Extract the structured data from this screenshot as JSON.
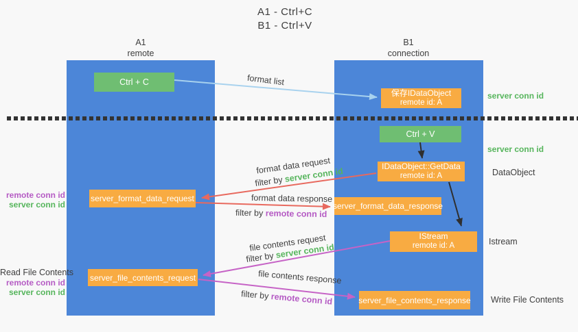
{
  "title": {
    "line1": "A1 - Ctrl+C",
    "line2": "B1 - Ctrl+V"
  },
  "lanes": {
    "left": {
      "name": "A1",
      "role": "remote"
    },
    "right": {
      "name": "B1",
      "role": "connection"
    }
  },
  "nodes": {
    "ctrl_c": {
      "label": "Ctrl + C"
    },
    "save_idataobject": {
      "line1": "保存IDataObject",
      "line2": "remote id: A"
    },
    "ctrl_v": {
      "label": "Ctrl + V"
    },
    "idataobject_getdata": {
      "line1": "IDataObject::GetData",
      "line2": "remote id: A"
    },
    "server_format_data_request": {
      "label": "server_format_data_request"
    },
    "server_format_data_response": {
      "label": "server_format_data_response"
    },
    "istream": {
      "line1": "IStream",
      "line2": "remote id: A"
    },
    "server_file_contents_request": {
      "label": "server_file_contents_request"
    },
    "server_file_contents_response": {
      "label": "server_file_contents_response"
    }
  },
  "edge_labels": {
    "format_list": "format list",
    "format_data_request": "format data request",
    "format_data_request_filter_prefix": "filter by ",
    "format_data_request_filter_key": "server conn id",
    "format_data_response": "format data response",
    "format_data_response_filter_prefix": "filter by ",
    "format_data_response_filter_key": "remote conn id",
    "file_contents_request": "file contents request",
    "file_contents_request_filter_prefix": "filter by ",
    "file_contents_request_filter_key": "server conn id",
    "file_contents_response": "file contents response",
    "file_contents_response_filter_prefix": "filter by ",
    "file_contents_response_filter_key": "remote conn id"
  },
  "side_labels": {
    "right": [
      {
        "text": "server conn id"
      },
      {
        "text": "server conn id"
      },
      {
        "text": "DataObject"
      },
      {
        "text": "Istream"
      },
      {
        "text": "Write File Contents"
      }
    ],
    "left": [
      {
        "text": "remote conn id"
      },
      {
        "text": "server conn id"
      },
      {
        "text": "Read File Contents"
      },
      {
        "text": "remote conn id"
      },
      {
        "text": "server conn id"
      }
    ]
  },
  "colors": {
    "lane_blue": "#4c86d8",
    "box_orange": "#f8ab42",
    "box_green": "#6fbe72",
    "arrow_red": "#e8695e",
    "arrow_magenta": "#c663c6",
    "arrow_lightblue": "#a8d2ee",
    "arrow_black": "#2f2f2f",
    "label_green": "#56b55c",
    "label_purple": "#b55bc4",
    "text_dark": "#3d3d3d",
    "background": "#f8f8f8"
  }
}
